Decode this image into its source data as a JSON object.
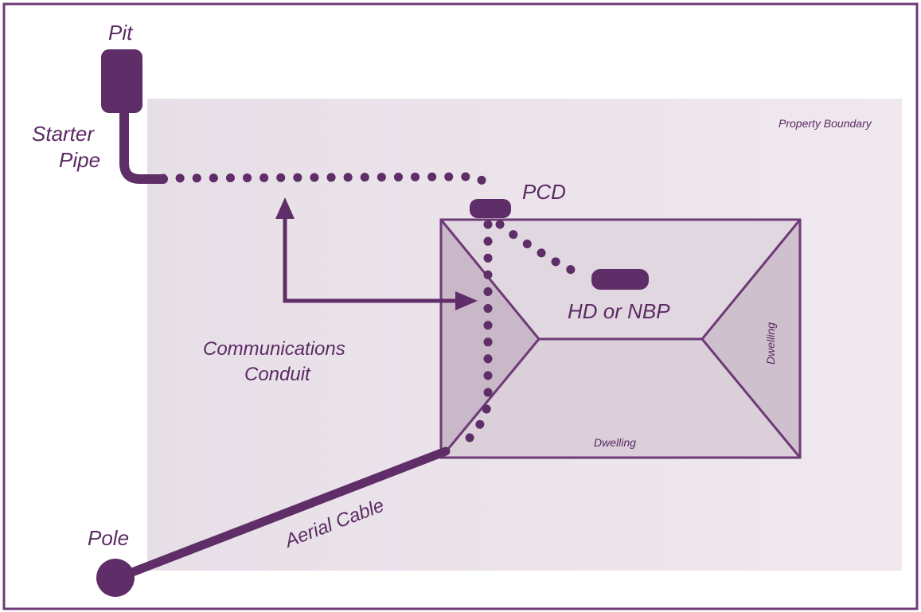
{
  "labels": {
    "pit": "Pit",
    "starter_pipe_line1": "Starter",
    "starter_pipe_line2": "Pipe",
    "pcd": "PCD",
    "property_boundary": "Property Boundary",
    "hd_or_nbp": "HD or NBP",
    "communications_conduit_line1": "Communications",
    "communications_conduit_line2": "Conduit",
    "dwelling_right": "Dwelling",
    "dwelling_bottom": "Dwelling",
    "pole": "Pole",
    "aerial_cable": "Aerial Cable"
  },
  "colors": {
    "primary": "#5f2d67",
    "property_fill": "#ebe3ea",
    "roof_light": "#dcd0db",
    "roof_dark": "#cbbbca",
    "border": "#6e3a76"
  }
}
